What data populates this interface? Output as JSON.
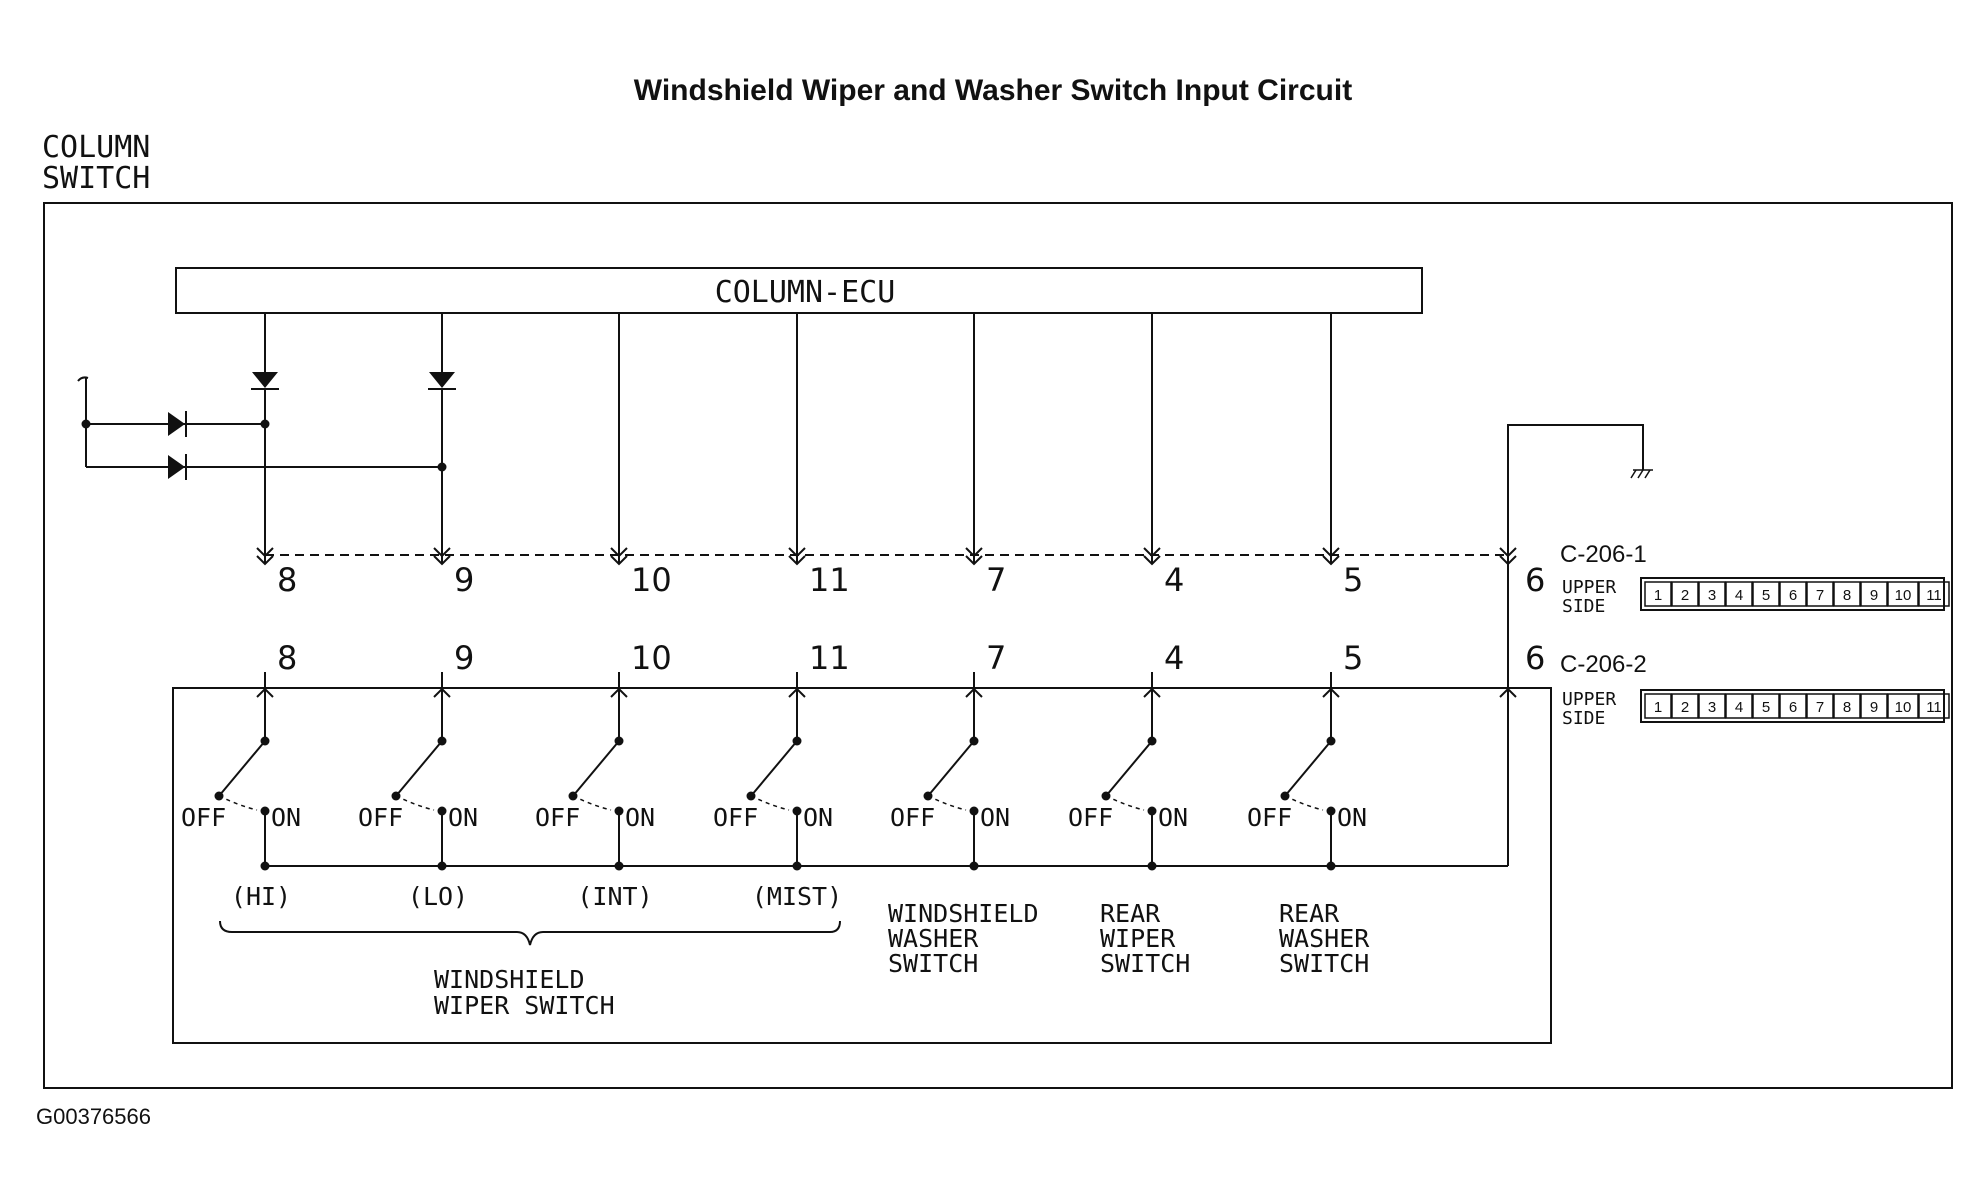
{
  "title": "Windshield Wiper and Washer Switch Input Circuit",
  "column_switch_label": [
    "COLUMN",
    "SWITCH"
  ],
  "ecu_label": "COLUMN-ECU",
  "figure_id": "G00376566",
  "connector1": {
    "name": "C-206-1",
    "side": [
      "UPPER",
      "SIDE"
    ],
    "pins": [
      "1",
      "2",
      "3",
      "4",
      "5",
      "6",
      "7",
      "8",
      "9",
      "10",
      "11"
    ]
  },
  "connector2": {
    "name": "C-206-2",
    "side": [
      "UPPER",
      "SIDE"
    ],
    "pins": [
      "1",
      "2",
      "3",
      "4",
      "5",
      "6",
      "7",
      "8",
      "9",
      "10",
      "11"
    ]
  },
  "ground_pin": "6",
  "switches": [
    {
      "pin": "8",
      "off": "OFF",
      "on": "ON",
      "position": "(HI)"
    },
    {
      "pin": "9",
      "off": "OFF",
      "on": "ON",
      "position": "(LO)"
    },
    {
      "pin": "10",
      "off": "OFF",
      "on": "ON",
      "position": "(INT)"
    },
    {
      "pin": "11",
      "off": "OFF",
      "on": "ON",
      "position": "(MIST)"
    },
    {
      "pin": "7",
      "off": "OFF",
      "on": "ON",
      "name": [
        "WINDSHIELD",
        "WASHER",
        "SWITCH"
      ]
    },
    {
      "pin": "4",
      "off": "OFF",
      "on": "ON",
      "name": [
        "REAR",
        "WIPER",
        "SWITCH"
      ]
    },
    {
      "pin": "5",
      "off": "OFF",
      "on": "ON",
      "name": [
        "REAR",
        "WASHER",
        "SWITCH"
      ]
    }
  ],
  "wiper_switch_label": [
    "WINDSHIELD",
    "WIPER SWITCH"
  ]
}
